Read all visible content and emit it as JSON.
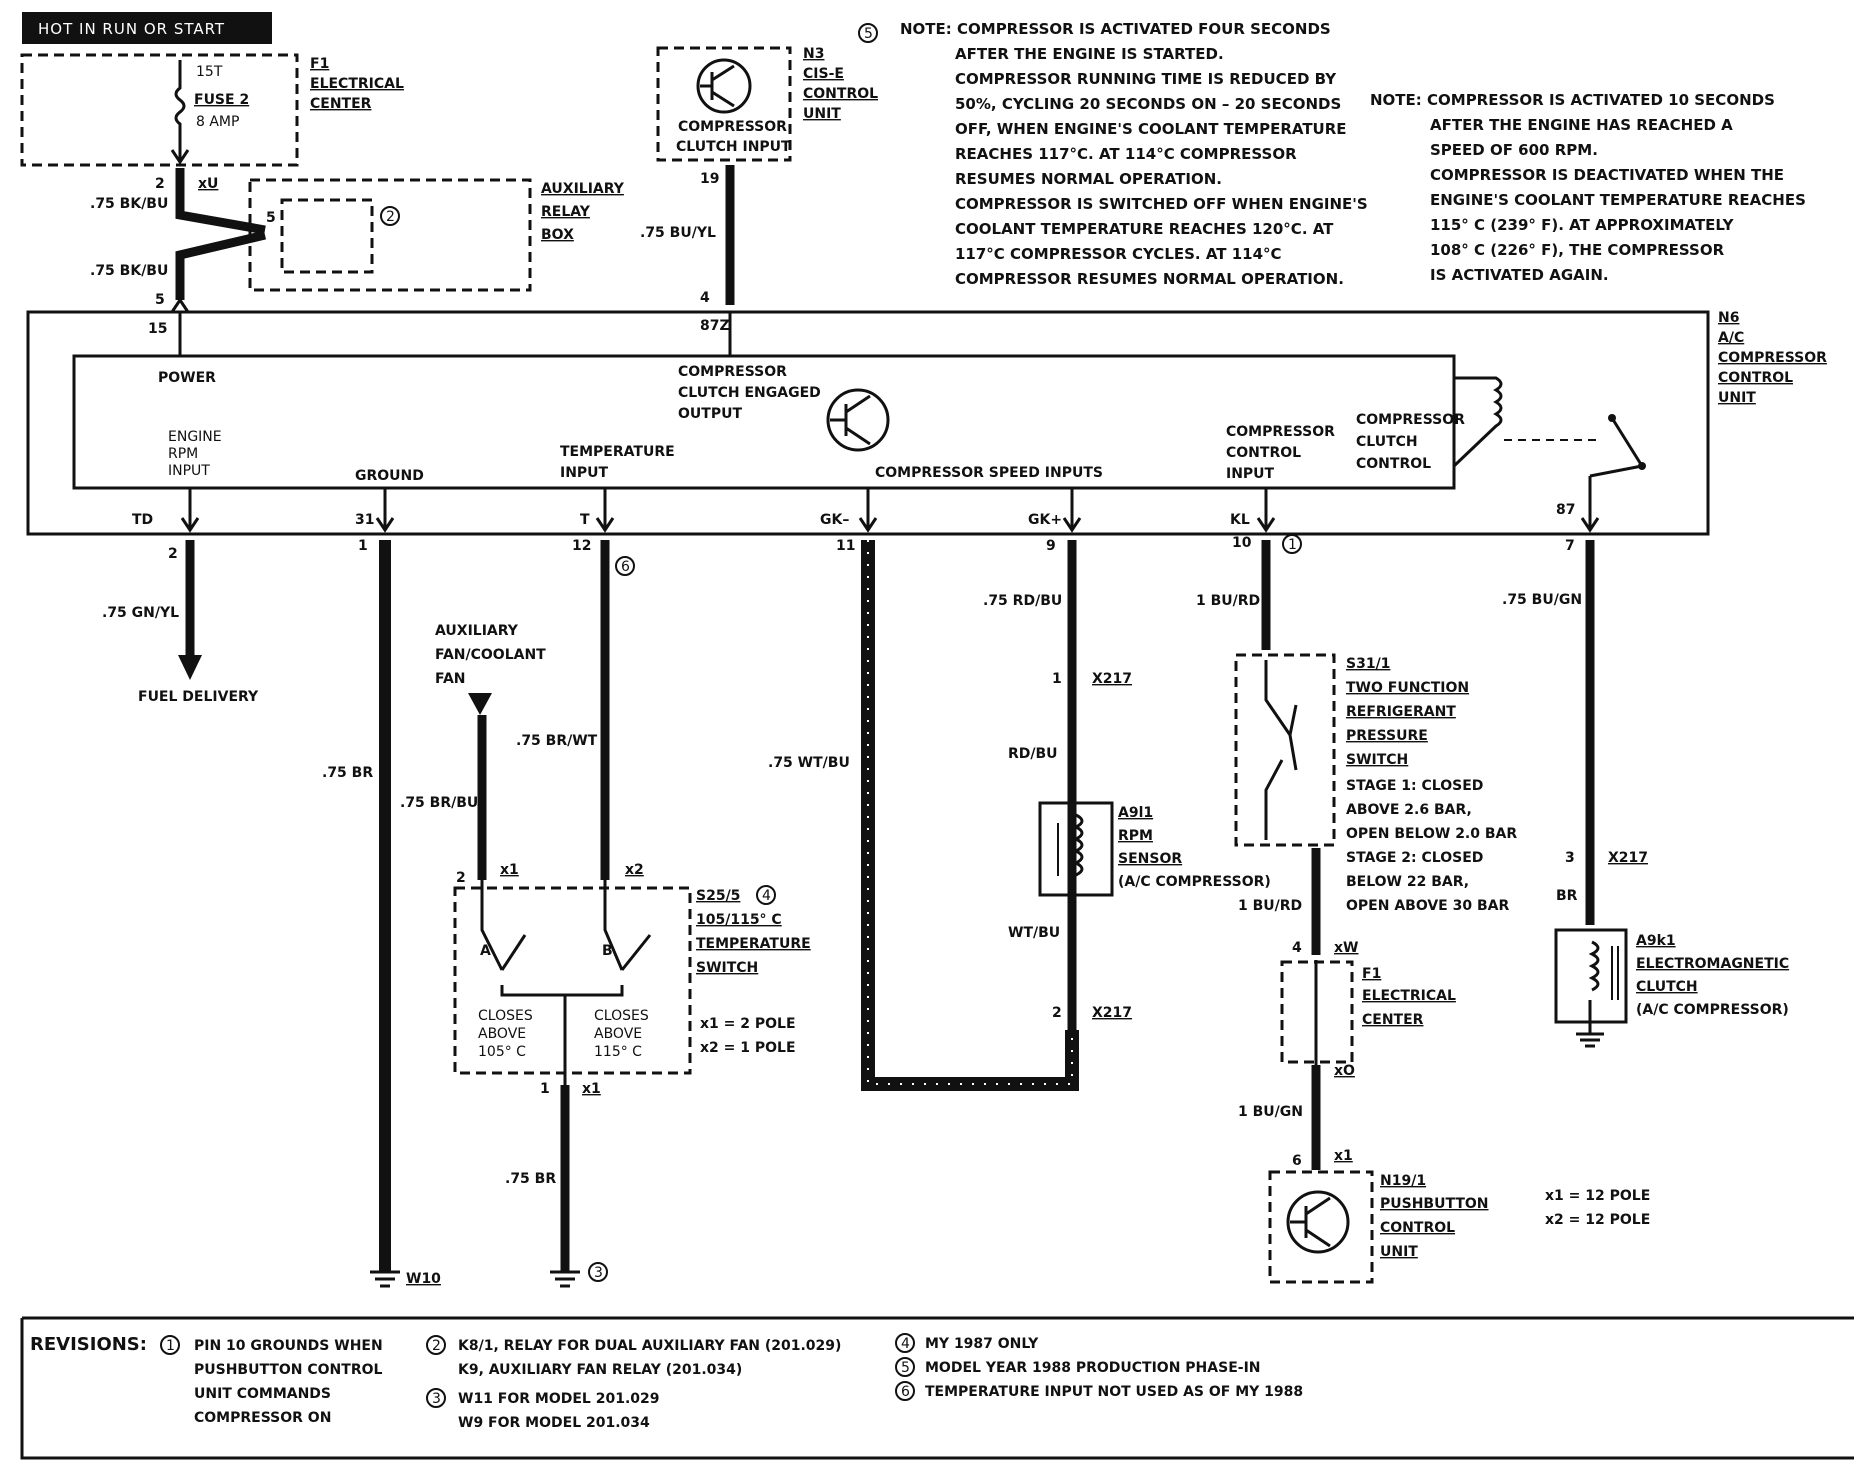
{
  "header": {
    "badge": "HOT IN RUN OR START"
  },
  "fuse_box": {
    "id": "F1",
    "name_line1": "ELECTRICAL",
    "name_line2": "CENTER",
    "terminal": "15T",
    "fuse_name": "FUSE 2",
    "fuse_rating": "8 AMP",
    "pin": "2",
    "connector": "xU"
  },
  "aux_relay": {
    "name_line1": "AUXILIARY",
    "name_line2": "RELAY",
    "name_line3": "BOX",
    "pin": "5",
    "note_ref": "2"
  },
  "wires_top": {
    "w1": ".75 BK/BU",
    "w2": ".75 BK/BU",
    "pin_bottom": "5",
    "w3": ".75 BU/YL",
    "pin_n3": "19",
    "pin_4": "4"
  },
  "cis_unit": {
    "id": "N3",
    "name_line1": "CIS-E",
    "name_line2": "CONTROL",
    "name_line3": "UNIT",
    "label_line1": "COMPRESSOR",
    "label_line2": "CLUTCH INPUT"
  },
  "note5": {
    "ref": "5",
    "lines": [
      "NOTE:  COMPRESSOR IS ACTIVATED FOUR SECONDS",
      "AFTER THE ENGINE IS STARTED.",
      "COMPRESSOR RUNNING TIME IS REDUCED BY",
      "50%, CYCLING 20 SECONDS ON – 20 SECONDS",
      "OFF, WHEN ENGINE'S COOLANT TEMPERATURE",
      "REACHES 117°C. AT 114°C COMPRESSOR",
      "RESUMES NORMAL OPERATION.",
      "COMPRESSOR IS SWITCHED OFF WHEN ENGINE'S",
      "COOLANT TEMPERATURE REACHES 120°C. AT",
      "117°C COMPRESSOR CYCLES. AT 114°C",
      "COMPRESSOR RESUMES NORMAL OPERATION."
    ]
  },
  "note_right": {
    "lines": [
      "NOTE:  COMPRESSOR IS ACTIVATED 10 SECONDS",
      "AFTER THE ENGINE HAS REACHED A",
      "SPEED OF 600 RPM.",
      "COMPRESSOR IS DEACTIVATED WHEN THE",
      "ENGINE'S COOLANT TEMPERATURE REACHES",
      "115° C (239° F). AT APPROXIMATELY",
      "108° C (226° F), THE COMPRESSOR",
      "IS ACTIVATED AGAIN."
    ]
  },
  "control_unit": {
    "id": "N6",
    "name_line1": "A/C",
    "name_line2": "COMPRESSOR",
    "name_line3": "CONTROL",
    "name_line4": "UNIT",
    "top_pin_15": "15",
    "top_pin_87z": "87Z",
    "power": "POWER",
    "clutch_out_line1": "COMPRESSOR",
    "clutch_out_line2": "CLUTCH ENGAGED",
    "clutch_out_line3": "OUTPUT",
    "rpm_line1": "ENGINE",
    "rpm_line2": "RPM",
    "rpm_line3": "INPUT",
    "ground": "GROUND",
    "temp_line1": "TEMPERATURE",
    "temp_line2": "INPUT",
    "speed_inputs": "COMPRESSOR SPEED INPUTS",
    "ctrl_line1": "COMPRESSOR",
    "ctrl_line2": "CONTROL",
    "ctrl_line3": "INPUT",
    "clutch_ctrl_line1": "COMPRESSOR",
    "clutch_ctrl_line2": "CLUTCH",
    "clutch_ctrl_line3": "CONTROL",
    "t_td": "TD",
    "t_31": "31",
    "t_t": "T",
    "t_gkm": "GK–",
    "t_gkp": "GK+",
    "t_kl": "KL",
    "t_87": "87"
  },
  "bottom_pins": {
    "p2": "2",
    "p1": "1",
    "p12": "12",
    "p11": "11",
    "p9": "9",
    "p10": "10",
    "p7": "7"
  },
  "wires": {
    "gn_yl": ".75 GN/YL",
    "fuel": "FUEL DELIVERY",
    "br1": ".75 BR",
    "br_bu": ".75 BR/BU",
    "br_wt": ".75 BR/WT",
    "wt_bu": ".75 WT/BU",
    "rd_bu": ".75 RD/BU",
    "rd_bu2": "RD/BU",
    "wt_bu2": "WT/BU",
    "bu_rd": "1 BU/RD",
    "bu_rd2": "1 BU/RD",
    "bu_gn1": ".75 BU/GN",
    "br2": "BR",
    "bu_gn2": "1 BU/GN",
    "br3": ".75 BR"
  },
  "aux_fan": {
    "line1": "AUXILIARY",
    "line2": "FAN/COOLANT",
    "line3": "FAN"
  },
  "temp_switch": {
    "id": "S25/5",
    "ref": "4",
    "name_line1": "105/115° C",
    "name_line2": "TEMPERATURE",
    "name_line3": "SWITCH",
    "pin_x1": "2",
    "con_x1": "x1",
    "con_x2": "x2",
    "contact_a": "A",
    "contact_b": "B",
    "a_line1": "CLOSES",
    "a_line2": "ABOVE",
    "a_line3": "105° C",
    "b_line1": "CLOSES",
    "b_line2": "ABOVE",
    "b_line3": "115° C",
    "pole1": "x1 = 2 POLE",
    "pole2": "x2 = 1 POLE",
    "out_pin": "1",
    "out_con": "x1"
  },
  "ground_labels": {
    "w10": "W10",
    "ref3": "3",
    "ref6": "6",
    "ref1": "1"
  },
  "x217": {
    "label": "X217",
    "p1": "1",
    "p2": "2",
    "p3": "3"
  },
  "rpm_sensor": {
    "id": "A9l1",
    "name_line1": "RPM",
    "name_line2": "SENSOR",
    "name_line3": "(A/C COMPRESSOR)"
  },
  "pressure_switch": {
    "id": "S31/1",
    "name_line1": "TWO FUNCTION",
    "name_line2": "REFRIGERANT",
    "name_line3": "PRESSURE",
    "name_line4": "SWITCH",
    "s1": "STAGE 1: CLOSED",
    "s2": "ABOVE 2.6 BAR,",
    "s3": "OPEN BELOW 2.0 BAR",
    "s4": "STAGE 2: CLOSED",
    "s5": "BELOW 22 BAR,",
    "s6": "OPEN ABOVE 30 BAR"
  },
  "f1_lower": {
    "pin": "4",
    "con_top": "xW",
    "id": "F1",
    "name_line1": "ELECTRICAL",
    "name_line2": "CENTER",
    "con_bot": "xO"
  },
  "pushbutton": {
    "pin": "6",
    "con": "x1",
    "id": "N19/1",
    "name_line1": "PUSHBUTTON",
    "name_line2": "CONTROL",
    "name_line3": "UNIT",
    "pole1": "x1 = 12 POLE",
    "pole2": "x2 = 12 POLE"
  },
  "clutch": {
    "id": "A9k1",
    "name_line1": "ELECTROMAGNETIC",
    "name_line2": "CLUTCH",
    "name_line3": "(A/C COMPRESSOR)"
  },
  "revisions": {
    "title": "REVISIONS:",
    "r1_ref": "1",
    "r1_l1": "PIN 10 GROUNDS WHEN",
    "r1_l2": "PUSHBUTTON CONTROL",
    "r1_l3": "UNIT COMMANDS",
    "r1_l4": "COMPRESSOR ON",
    "r2_ref": "2",
    "r2_l1": "K8/1, RELAY FOR DUAL AUXILIARY FAN (201.029)",
    "r2_l2": "K9, AUXILIARY FAN RELAY (201.034)",
    "r3_ref": "3",
    "r3_l1": "W11 FOR MODEL 201.029",
    "r3_l2": "W9 FOR MODEL 201.034",
    "r4_ref": "4",
    "r4_l1": "MY 1987 ONLY",
    "r5_ref": "5",
    "r5_l1": "MODEL YEAR 1988 PRODUCTION PHASE-IN",
    "r6_ref": "6",
    "r6_l1": "TEMPERATURE INPUT NOT USED AS OF MY 1988"
  }
}
